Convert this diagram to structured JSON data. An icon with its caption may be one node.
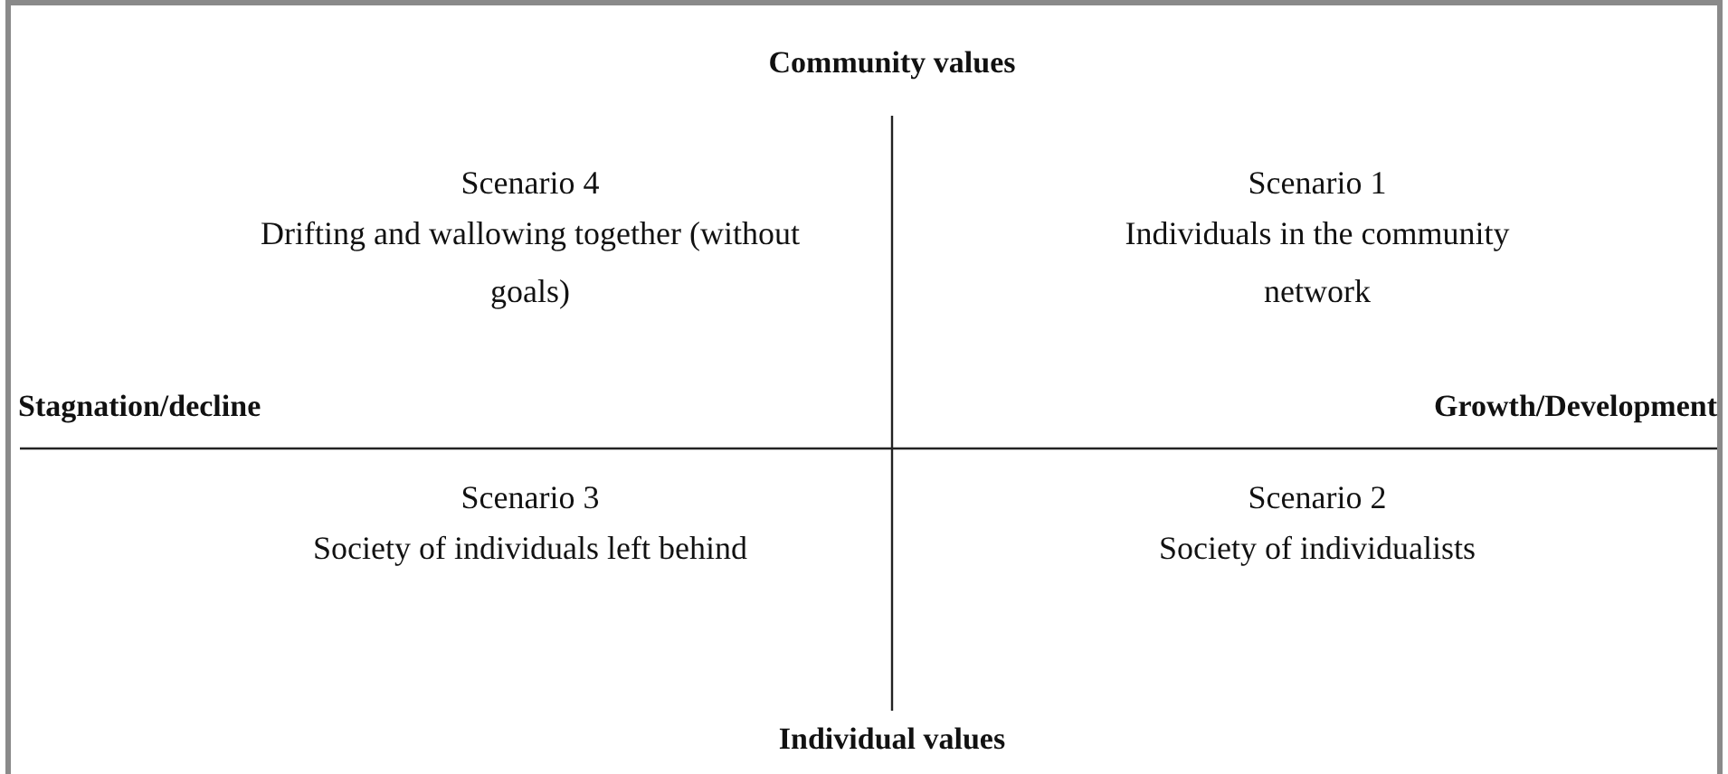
{
  "diagram": {
    "labels": [
      "Community values",
      "Scenario 4",
      "Drifting and wallowing together (without goals)",
      "Scenario 1",
      "Individuals in the community network",
      "Stagnation/decline",
      "Growth/Development",
      "Scenario 3",
      "Society of individuals left behind",
      "Scenario 2",
      "Society of individualists",
      "Individual values"
    ]
  }
}
